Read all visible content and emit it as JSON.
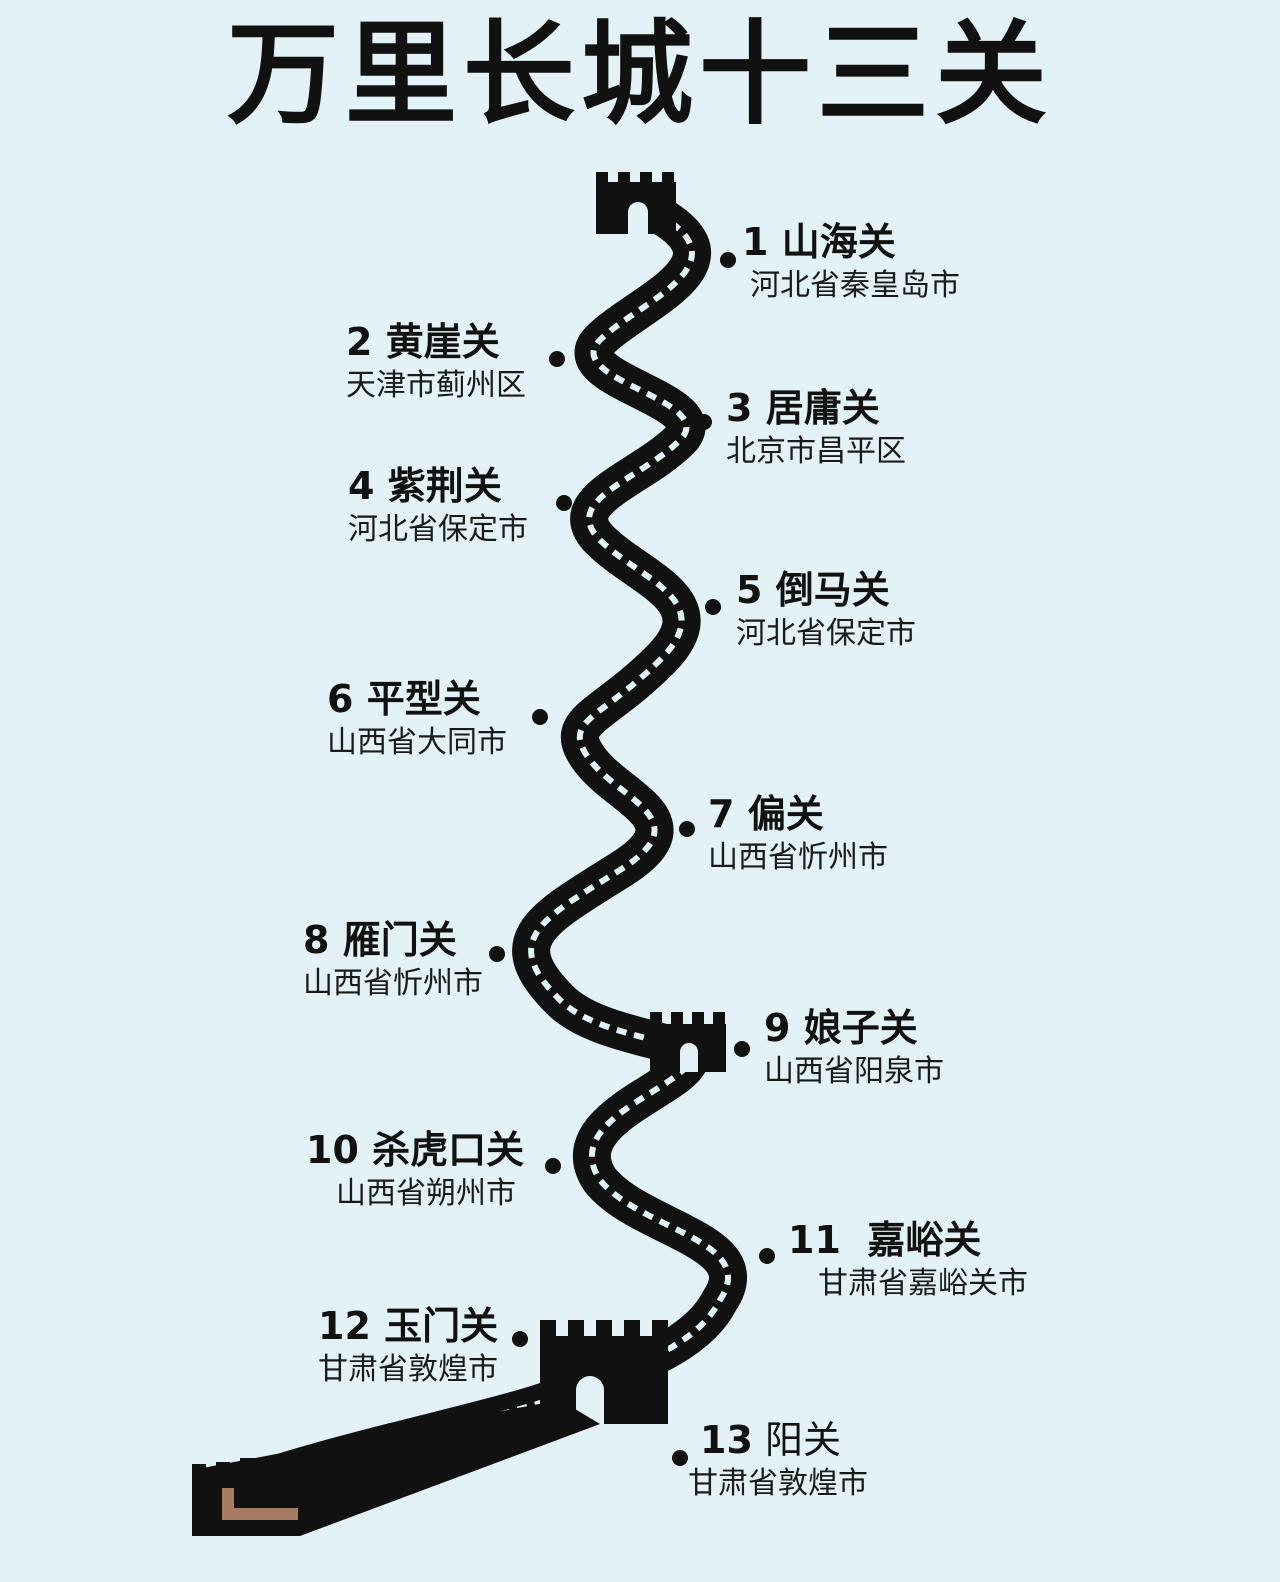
{
  "title": "万里长城十三关",
  "passes": [
    {
      "num": "1",
      "name": "山海关",
      "location": "河北省秦皇岛市"
    },
    {
      "num": "2",
      "name": "黄崖关",
      "location": "天津市蓟州区"
    },
    {
      "num": "3",
      "name": "居庸关",
      "location": "北京市昌平区"
    },
    {
      "num": "4",
      "name": "紫荆关",
      "location": "河北省保定市"
    },
    {
      "num": "5",
      "name": "倒马关",
      "location": "河北省保定市"
    },
    {
      "num": "6",
      "name": "平型关",
      "location": "山西省大同市"
    },
    {
      "num": "7",
      "name": "偏关",
      "location": "山西省忻州市"
    },
    {
      "num": "8",
      "name": "雁门关",
      "location": "山西省忻州市"
    },
    {
      "num": "9",
      "name": "娘子关",
      "location": "山西省阳泉市"
    },
    {
      "num": "10",
      "name": "杀虎口关",
      "location": "山西省朔州市"
    },
    {
      "num": "11",
      "name": "嘉峪关",
      "location": "甘肃省嘉峪关市"
    },
    {
      "num": "12",
      "name": "玉门关",
      "location": "甘肃省敦煌市"
    },
    {
      "num": "13",
      "name": "阳关",
      "location": "甘肃省敦煌市"
    }
  ],
  "colors": {
    "background": "#e2f2f6",
    "wall": "#111111",
    "text": "#111111"
  }
}
